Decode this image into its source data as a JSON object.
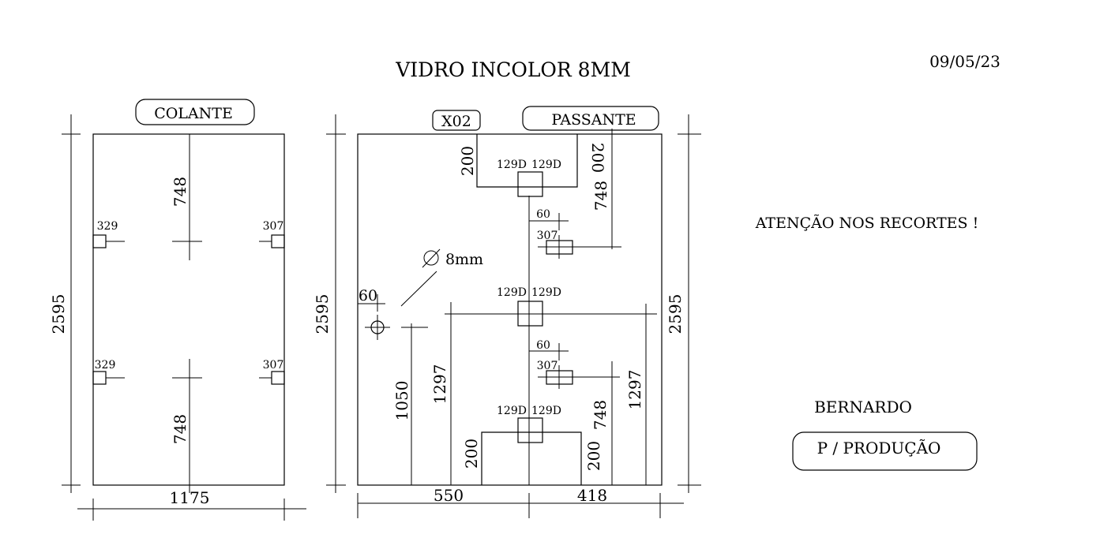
{
  "header": {
    "title": "VIDRO INCOLOR 8MM",
    "date": "09/05/23"
  },
  "left_panel": {
    "label": "COLANTE",
    "height_dim": "2595",
    "width_dim": "1175",
    "top_vertical_dim": "748",
    "bottom_vertical_dim": "748",
    "hole_top_left": "329",
    "hole_top_right": "307",
    "hole_bottom_left": "329",
    "hole_bottom_right": "307"
  },
  "right_panel": {
    "code": "X02",
    "label": "PASSANTE",
    "height_dim_left": "2595",
    "height_dim_right": "2595",
    "width_left": "550",
    "width_right": "418",
    "top_notch_left": "200",
    "top_notch_right": "200",
    "top_hinge_left": "129D",
    "top_hinge_right": "129D",
    "top_748": "748",
    "top_60": "60",
    "top_307": "307",
    "mid_hinge_left": "129D",
    "mid_hinge_right": "129D",
    "hole_diameter": "8mm",
    "hole_offset": "60",
    "dim_1050": "1050",
    "dim_1297_left": "1297",
    "dim_1297_right": "1297",
    "bottom_60": "60",
    "bottom_307": "307",
    "bottom_748": "748",
    "bottom_hinge_left": "129D",
    "bottom_hinge_right": "129D",
    "bottom_notch_left": "200",
    "bottom_notch_right": "200"
  },
  "notes": {
    "warning": "ATENÇÃO NOS RECORTES !",
    "name": "BERNARDO",
    "destination": "P / PRODUÇÃO"
  }
}
